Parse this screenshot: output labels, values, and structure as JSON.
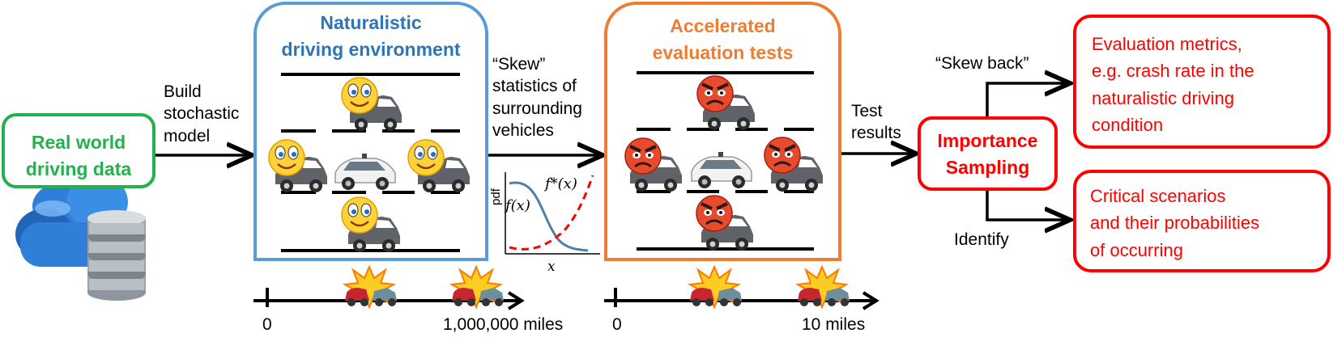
{
  "colors": {
    "green": "#22b14c",
    "blue_border": "#5b9bd5",
    "blue_text": "#2e75b6",
    "orange": "#ed7d31",
    "red": "#ff0000",
    "f_curve": "#4f7fa8",
    "f_star_curve": "#ff0000"
  },
  "real_world": {
    "line1": "Real world",
    "line2": "driving data"
  },
  "build_model": {
    "line1": "Build",
    "line2": "stochastic",
    "line3": "model"
  },
  "naturalistic": {
    "title1": "Naturalistic",
    "title2": "driving environment"
  },
  "skew": {
    "line1": "“Skew”",
    "line2": "statistics  of",
    "line3": "surrounding",
    "line4": "vehicles"
  },
  "accelerated": {
    "title1": "Accelerated",
    "title2": "evaluation tests"
  },
  "test_results": {
    "line1": "Test",
    "line2": "results"
  },
  "importance_sampling": {
    "line1": "Importance",
    "line2": "Sampling"
  },
  "skew_back": "“Skew back”",
  "identify": "Identify",
  "evaluation_metrics": {
    "line1": "Evaluation metrics,",
    "line2": "e.g. crash rate in the",
    "line3": "naturalistic driving",
    "line4": "condition"
  },
  "critical_scenarios": {
    "line1": "Critical scenarios",
    "line2": "and their probabilities",
    "line3": "of occurring"
  },
  "pdf_plot": {
    "ylabel": "pdf",
    "xlabel": "x",
    "f_label": "f(x)",
    "fstar_label": "f*(x)"
  },
  "axis_left": {
    "start": "0",
    "end": "1,000,000 miles"
  },
  "axis_right": {
    "start": "0",
    "end": "10 miles"
  },
  "icons": {
    "database": "cloud-database-icon",
    "happy_face": "smiley-face-icon",
    "angry_face": "angry-face-icon",
    "car": "car-icon",
    "crash": "crash-icon"
  }
}
